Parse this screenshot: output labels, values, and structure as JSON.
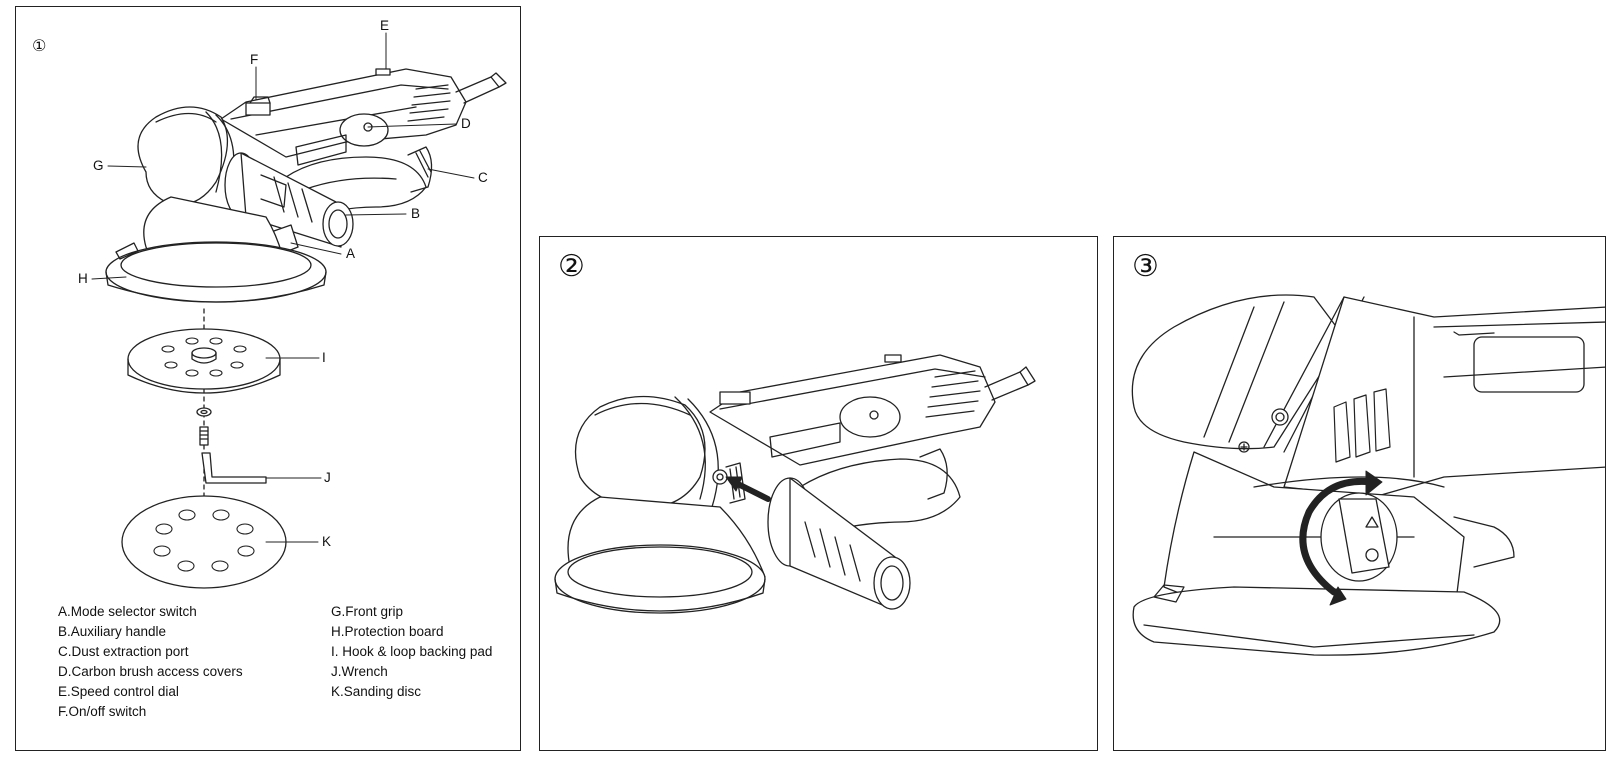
{
  "panels": [
    {
      "number": "①"
    },
    {
      "number": "②"
    },
    {
      "number": "③"
    }
  ],
  "callouts": [
    "A",
    "B",
    "C",
    "D",
    "E",
    "F",
    "G",
    "H",
    "I",
    "J",
    "K"
  ],
  "legend": {
    "left": [
      "A.Mode selector switch",
      "B.Auxiliary handle",
      "C.Dust extraction port",
      "D.Carbon brush access covers",
      "E.Speed control dial",
      "F.On/off switch"
    ],
    "right": [
      "G.Front grip",
      "H.Protection board",
      "I. Hook & loop backing pad",
      "J.Wrench",
      "K.Sanding disc"
    ]
  },
  "colors": {
    "line": "#222222",
    "background": "#ffffff"
  }
}
